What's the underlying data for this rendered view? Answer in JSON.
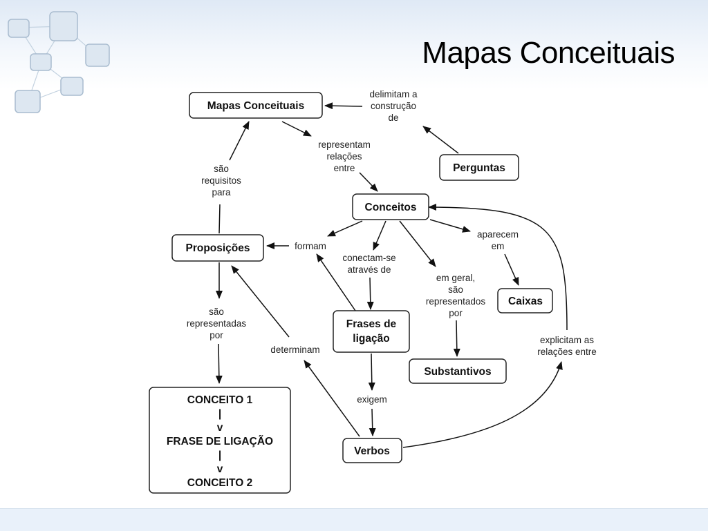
{
  "slide": {
    "title": "Mapas Conceituais"
  },
  "concept_map": {
    "concepts": {
      "mapas_conceituais": "Mapas Conceituais",
      "perguntas": "Perguntas",
      "conceitos": "Conceitos",
      "proposicoes": "Proposições",
      "caixas": "Caixas",
      "frases_de_ligacao": [
        "Frases de",
        "ligação"
      ],
      "substantivos": "Substantivos",
      "verbos": "Verbos",
      "template": [
        "CONCEITO 1",
        "|",
        "v",
        "FRASE DE LIGAÇÃO",
        "|",
        "v",
        "CONCEITO 2"
      ]
    },
    "linking_phrases": {
      "delimitam": [
        "delimitam a",
        "construção",
        "de"
      ],
      "representam": [
        "representam",
        "relações",
        "entre"
      ],
      "sao_requisitos": [
        "são",
        "requisitos",
        "para"
      ],
      "formam": [
        "formam"
      ],
      "conectam": [
        "conectam-se",
        "através de"
      ],
      "aparecem": [
        "aparecem",
        "em"
      ],
      "em_geral": [
        "em geral,",
        "são",
        "representados",
        "por"
      ],
      "sao_representadas": [
        "são",
        "representadas",
        "por"
      ],
      "determinam": [
        "determinam"
      ],
      "explicitam": [
        "explicitam as",
        "relações entre"
      ],
      "exigem": [
        "exigem"
      ]
    }
  },
  "colors": {
    "box_border": "#222222",
    "arrow": "#111111",
    "decor_fill": "#dde7f1",
    "decor_stroke": "#a9bccf"
  }
}
